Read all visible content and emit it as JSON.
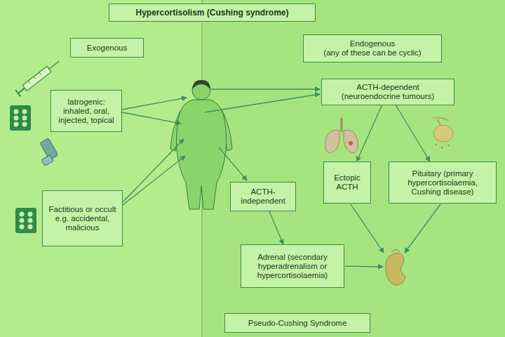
{
  "diagram": {
    "title": "Hypercortisolism (Cushing syndrome)",
    "nodes": [
      {
        "text": [
          "Exogenous"
        ]
      },
      {
        "text": [
          "Endogenous",
          "(any of these can be cyclic)"
        ]
      },
      {
        "text": [
          "Iatrogenic: inhaled, oral, injected, topical"
        ]
      },
      {
        "text": [
          "ACTH-dependent",
          "(neuroendocrine tumours)"
        ]
      },
      {
        "text": [
          "Ectopic ACTH"
        ]
      },
      {
        "text": [
          "Pituitary (primary hypercortisolaemia, Cushing disease)"
        ]
      },
      {
        "text": [
          "Factitious or occult e.g. accidental, malicious"
        ]
      },
      {
        "text": [
          "ACTH-independent"
        ]
      },
      {
        "text": [
          "Adrenal (secondary hyperadrenalism or hypercortisolaemia)"
        ]
      },
      {
        "text": [
          "Pseudo-Cushing Syndrome"
        ]
      }
    ],
    "edges": [
      {
        "from": 3,
        "to": 4,
        "arrow": "to"
      },
      {
        "from": 3,
        "to": 5,
        "arrow": "to"
      },
      {
        "from": 7,
        "to": 8,
        "arrow": "to"
      }
    ]
  }
}
